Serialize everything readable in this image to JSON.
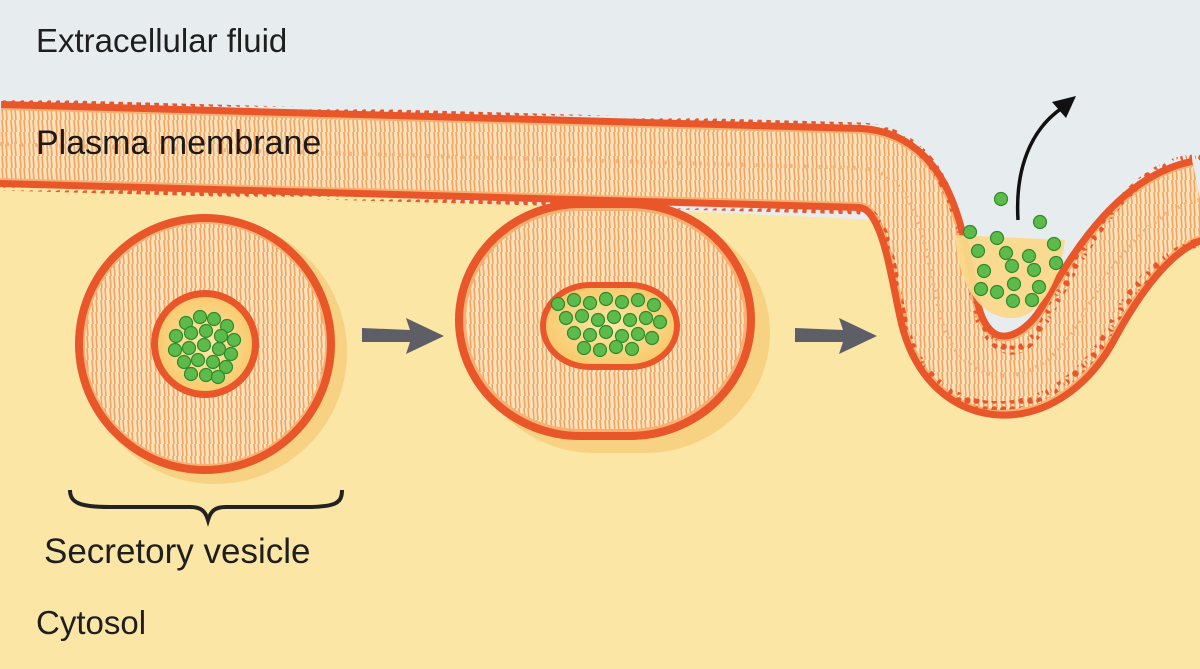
{
  "labels": {
    "extracellular": "Extracellular fluid",
    "plasma_membrane": "Plasma membrane",
    "secretory_vesicle": "Secretory vesicle",
    "cytosol": "Cytosol"
  },
  "colors": {
    "extracellular_bg": "#e7ecef",
    "cytosol_bg": "#fbe6a6",
    "lipid_head": "#e8562a",
    "lipid_tail": "#f4a25e",
    "lipid_core": "#fde3bd",
    "vesicle_lumen": "#fbd98a",
    "cargo": "#5cbb4a",
    "cargo_dark": "#2f8a2c",
    "arrow": "#5e5e66",
    "text": "#1e1e1e"
  },
  "icons": {
    "stage_arrow_1": "right-arrow",
    "stage_arrow_2": "right-arrow",
    "release_arrow": "curved-up-arrow",
    "vesicle_bracket": "curly-brace"
  }
}
